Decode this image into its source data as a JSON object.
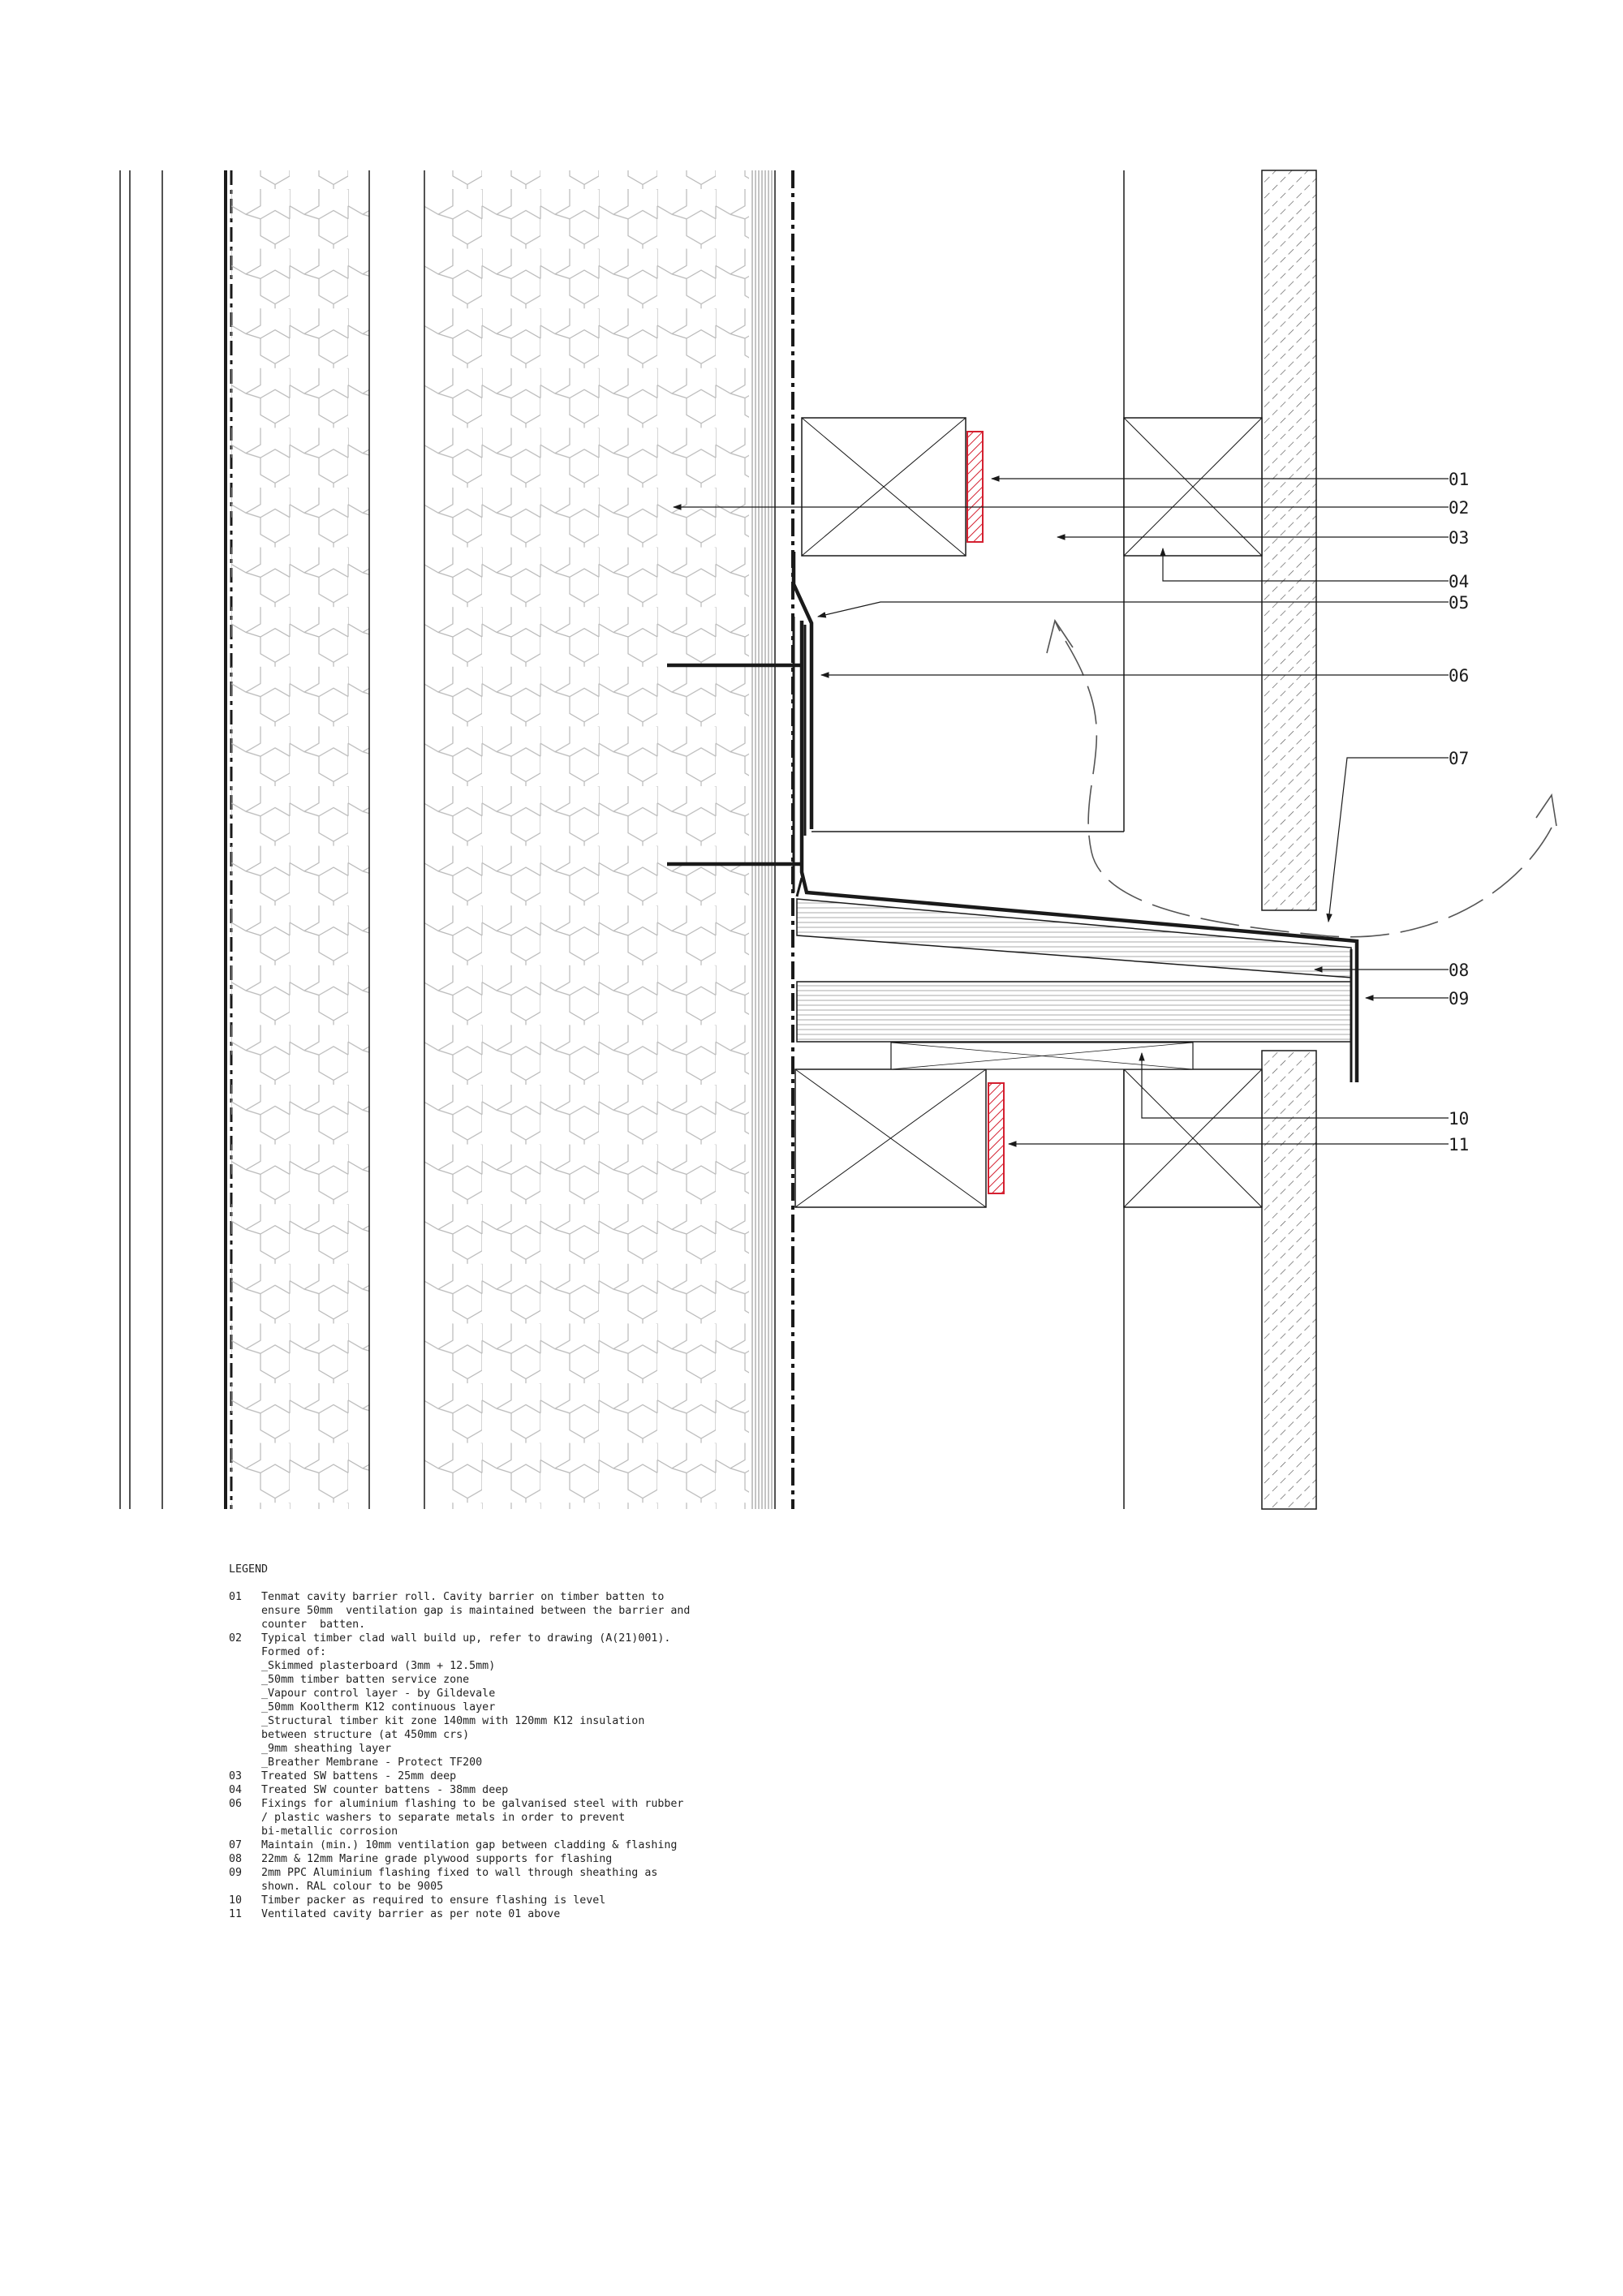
{
  "colors": {
    "line": "#1a1a1a",
    "barrier": "#d42030",
    "insulation_pattern": "#b9b9b9",
    "hatch": "#555555"
  },
  "tags": [
    "01",
    "02",
    "03",
    "04",
    "05",
    "06",
    "07",
    "08",
    "09",
    "10",
    "11"
  ],
  "legend": {
    "title": "LEGEND",
    "items": [
      {
        "num": "01",
        "text": "Tenmat cavity barrier roll. Cavity barrier on timber batten to\nensure 50mm  ventilation gap is maintained between the barrier and\ncounter  batten."
      },
      {
        "num": "02",
        "text": "Typical timber clad wall build up, refer to drawing (A(21)001).\nFormed of:\n_Skimmed plasterboard (3mm + 12.5mm)\n_50mm timber batten service zone\n_Vapour control layer - by Gildevale\n_50mm Kooltherm K12 continuous layer\n_Structural timber kit zone 140mm with 120mm K12 insulation\nbetween structure (at 450mm crs)\n_9mm sheathing layer\n_Breather Membrane - Protect TF200"
      },
      {
        "num": "03",
        "text": "Treated SW battens - 25mm deep"
      },
      {
        "num": "04",
        "text": "Treated SW counter battens - 38mm deep"
      },
      {
        "num": "06",
        "text": "Fixings for aluminium flashing to be galvanised steel with rubber\n/ plastic washers to separate metals in order to prevent\nbi-metallic corrosion"
      },
      {
        "num": "07",
        "text": "Maintain (min.) 10mm ventilation gap between cladding & flashing"
      },
      {
        "num": "08",
        "text": "22mm & 12mm Marine grade plywood supports for flashing"
      },
      {
        "num": "09",
        "text": "2mm PPC Aluminium flashing fixed to wall through sheathing as\nshown. RAL colour to be 9005"
      },
      {
        "num": "10",
        "text": "Timber packer as required to ensure flashing is level"
      },
      {
        "num": "11",
        "text": "Ventilated cavity barrier as per note 01 above"
      }
    ]
  }
}
